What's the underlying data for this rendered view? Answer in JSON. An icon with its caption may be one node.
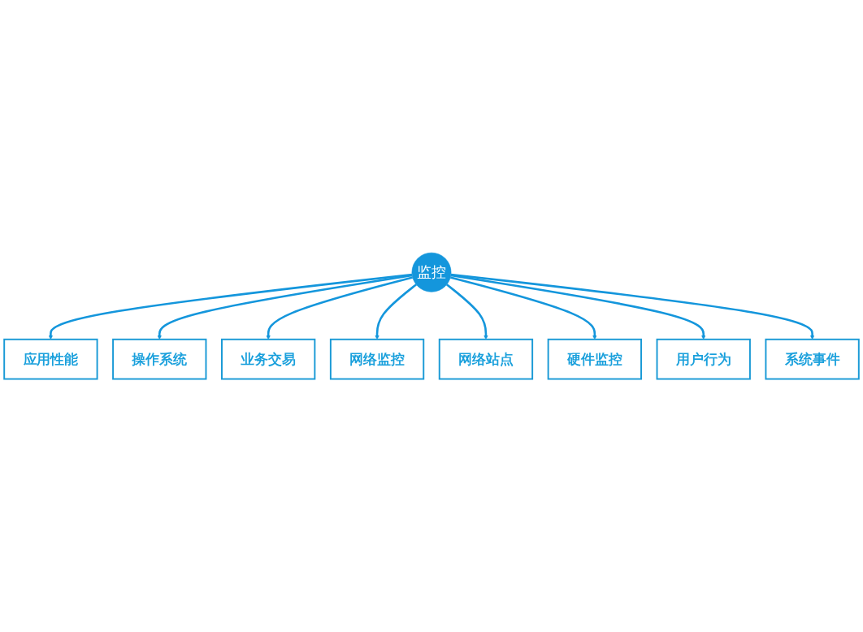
{
  "diagram": {
    "nodes": [
      {
        "text": [
          "应用性能"
        ]
      },
      {
        "text": [
          "操作系统"
        ]
      },
      {
        "text": [
          "业务交易"
        ]
      },
      {
        "text": [
          "网络监控"
        ]
      },
      {
        "text": [
          "监控"
        ]
      },
      {
        "text": [
          "网络站点"
        ]
      },
      {
        "text": [
          "硬件监控"
        ]
      },
      {
        "text": [
          "用户行为"
        ]
      },
      {
        "text": [
          "系统事件"
        ]
      }
    ],
    "edges": [
      {
        "from": 4,
        "to": 0,
        "arrow": "to"
      },
      {
        "from": 4,
        "to": 1,
        "arrow": "to"
      },
      {
        "from": 4,
        "to": 2,
        "arrow": "to"
      },
      {
        "from": 4,
        "to": 3,
        "arrow": "to"
      },
      {
        "from": 4,
        "to": 5,
        "arrow": "to"
      },
      {
        "from": 4,
        "to": 6,
        "arrow": "to"
      },
      {
        "from": 4,
        "to": 7,
        "arrow": "to"
      },
      {
        "from": 4,
        "to": 8,
        "arrow": "to"
      }
    ]
  }
}
